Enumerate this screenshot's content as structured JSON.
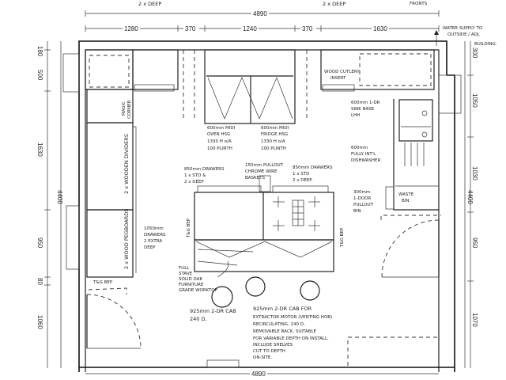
{
  "header_notes": {
    "left_deep": "2 x DEEP",
    "right_deep": "2 x DEEP",
    "fronts": "FRONTS"
  },
  "dimensions": {
    "top_total": "4890",
    "top_segments": [
      "1280",
      "370",
      "1240",
      "370",
      "1630"
    ],
    "bottom_total": "4890",
    "left_segments": [
      "180",
      "500",
      "1630",
      "950",
      "80",
      "1060"
    ],
    "left_total": "4400",
    "right_segments": [
      "300",
      "1050",
      "1030",
      "950",
      "1070"
    ],
    "right_total": "4400"
  },
  "water_supply": [
    "WATER SUPPLY TO",
    "OUTSIDE / ADJ.",
    "BUILDING."
  ],
  "labels": {
    "cutlery_insert": [
      "WOOD CUTLERY",
      "INSERT"
    ],
    "magic_corner": [
      "MAGIC",
      "CORNER"
    ],
    "wooden_dividers": "2 x WOODEN DIVIDERS",
    "wood_pegboards": "2 x WOOD PEGBOARDS",
    "drawers_1050": [
      "1050mm",
      "DRAWERS",
      "2 EXTRA",
      "DEEP"
    ],
    "left_end_panel": "T&G BEP",
    "island_end_left": "T&G BEP",
    "island_end_right": "T&G BEP",
    "oven_housing": [
      "600mm MIDI",
      "OVEN HSG",
      "1330 H o/A",
      "100 PLINTH"
    ],
    "fridge_housing": [
      "600mm MIDI",
      "FRIDGE HSG",
      "1330 H o/A",
      "100 PLINTH"
    ],
    "sink_base": [
      "600mm 1-DR",
      "SINK BASE",
      "LHH"
    ],
    "dishwasher": [
      "600mm",
      "FULLY INT'L",
      "DISHWASHER"
    ],
    "pullout_bin": [
      "300mm",
      "1-DOOR",
      "PULLOUT",
      "BIN"
    ],
    "waste_bin": [
      "WASTE",
      "BIN"
    ],
    "drawers_850_left": [
      "850mm DRAWERS",
      "1 x STD &",
      "2 x DEEP"
    ],
    "pullout_baskets": [
      "150mm PULLOUT",
      "CHROME WIRE",
      "BASKETS"
    ],
    "drawers_850_right": [
      "850mm DRAWERS",
      "1 x STD",
      "2 x DEEP"
    ],
    "worktop": [
      "FULL",
      "STAVE",
      "SOLID OAK",
      "FURNITURE",
      "GRADE WORKTOP"
    ],
    "cab_925_left": [
      "925mm 2-DR CAB",
      "240 D,"
    ],
    "cab_925_right": [
      "925mm 2-DR CAB FOR",
      "EXTRACTOR MOTOR (VENTING HOB)",
      "RECIRCULATING, 240 D,",
      "REMOVABLE BACK, SUITABLE",
      "FOR VARIABLE DEPTH ON INSTALL.",
      "INCLUDE SHELVES",
      "CUT TO DEPTH",
      "ON-SITE."
    ]
  }
}
